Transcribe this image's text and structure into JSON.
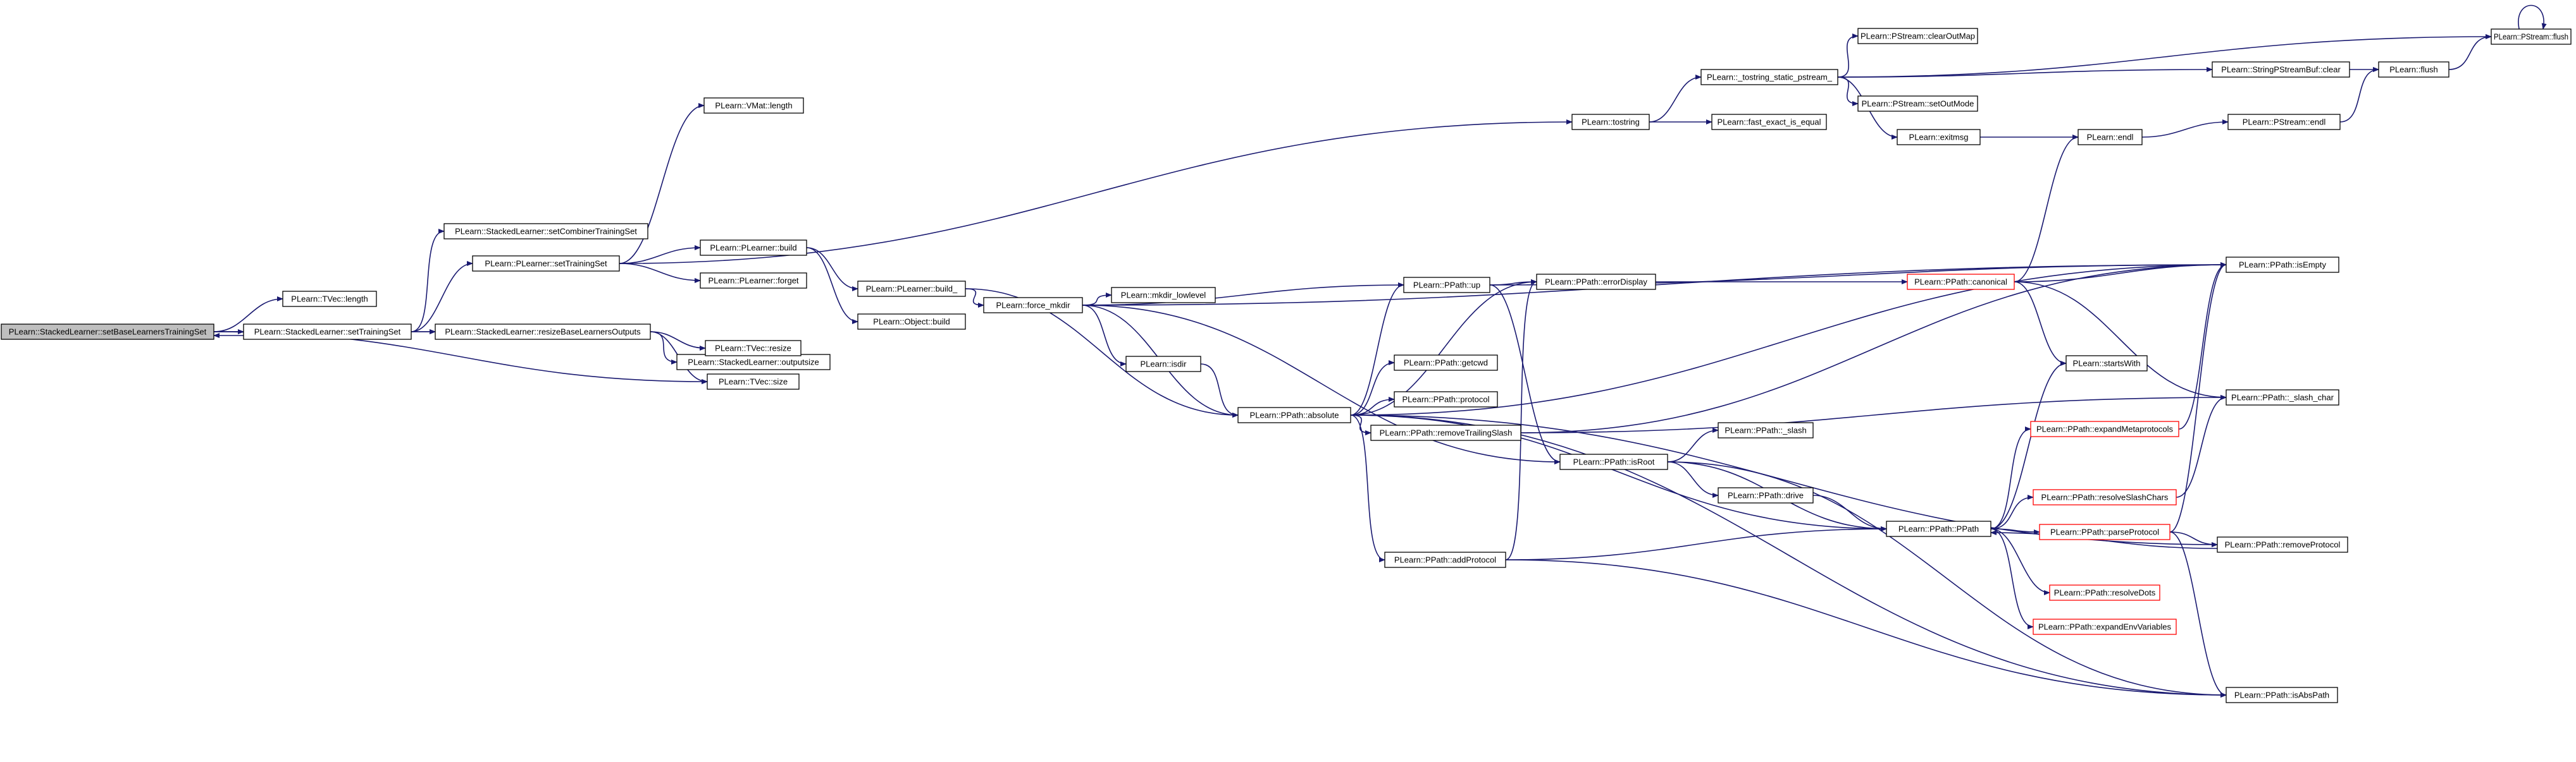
{
  "graph": {
    "type": "call-graph",
    "colors": {
      "edge": "#191970",
      "root_fill": "#bfbfbf",
      "node_fill": "#ffffff",
      "node_border": "#000000",
      "truncated_border": "#ff0000",
      "text": "#000000"
    },
    "nodes": [
      {
        "id": "n1",
        "label": "PLearn::StackedLearner::setBaseLearnersTrainingSet",
        "kind": "root"
      },
      {
        "id": "n2",
        "label": "PLearn::TVec::length",
        "kind": "normal"
      },
      {
        "id": "n3",
        "label": "PLearn::StackedLearner::setTrainingSet",
        "kind": "normal"
      },
      {
        "id": "n4",
        "label": "PLearn::StackedLearner::setCombinerTrainingSet",
        "kind": "normal"
      },
      {
        "id": "n5",
        "label": "PLearn::PLearner::setTrainingSet",
        "kind": "normal"
      },
      {
        "id": "n6",
        "label": "PLearn::StackedLearner::resizeBaseLearnersOutputs",
        "kind": "normal"
      },
      {
        "id": "n7",
        "label": "PLearn::VMat::length",
        "kind": "normal"
      },
      {
        "id": "n8",
        "label": "PLearn::PLearner::build",
        "kind": "normal"
      },
      {
        "id": "n9",
        "label": "PLearn::PLearner::forget",
        "kind": "normal"
      },
      {
        "id": "n10",
        "label": "PLearn::StackedLearner::outputsize",
        "kind": "normal"
      },
      {
        "id": "n11",
        "label": "PLearn::TVec::resize",
        "kind": "normal"
      },
      {
        "id": "n12",
        "label": "PLearn::TVec::size",
        "kind": "normal"
      },
      {
        "id": "n13",
        "label": "PLearn::PLearner::build_",
        "kind": "normal"
      },
      {
        "id": "n14",
        "label": "PLearn::Object::build",
        "kind": "normal"
      },
      {
        "id": "n15",
        "label": "PLearn::force_mkdir",
        "kind": "normal"
      },
      {
        "id": "n16",
        "label": "PLearn::mkdir_lowlevel",
        "kind": "normal"
      },
      {
        "id": "n17",
        "label": "PLearn::isdir",
        "kind": "normal"
      },
      {
        "id": "n18",
        "label": "PLearn::PPath::absolute",
        "kind": "normal"
      },
      {
        "id": "n19",
        "label": "PLearn::tostring",
        "kind": "normal"
      },
      {
        "id": "n20",
        "label": "PLearn::_tostring_static_pstream_",
        "kind": "normal"
      },
      {
        "id": "n21",
        "label": "PLearn::fast_exact_is_equal",
        "kind": "normal"
      },
      {
        "id": "n22",
        "label": "PLearn::PStream::clearOutMap",
        "kind": "normal"
      },
      {
        "id": "n23",
        "label": "PLearn::PStream::setOutMode",
        "kind": "normal"
      },
      {
        "id": "n24",
        "label": "PLearn::exitmsg",
        "kind": "normal"
      },
      {
        "id": "n25",
        "label": "PLearn::StringPStreamBuf::clear",
        "kind": "normal"
      },
      {
        "id": "n26",
        "label": "PLearn::flush",
        "kind": "normal"
      },
      {
        "id": "n27",
        "label": "PLearn::PStream::flush",
        "kind": "normal"
      },
      {
        "id": "n28",
        "label": "PLearn::endl",
        "kind": "normal"
      },
      {
        "id": "n29",
        "label": "PLearn::PStream::endl",
        "kind": "normal"
      },
      {
        "id": "n30",
        "label": "PLearn::PPath::up",
        "kind": "normal"
      },
      {
        "id": "n31",
        "label": "PLearn::PPath::errorDisplay",
        "kind": "normal"
      },
      {
        "id": "n32",
        "label": "PLearn::PPath::canonical",
        "kind": "truncated"
      },
      {
        "id": "n33",
        "label": "PLearn::PPath::isEmpty",
        "kind": "normal"
      },
      {
        "id": "n34",
        "label": "PLearn::PPath::getcwd",
        "kind": "normal"
      },
      {
        "id": "n35",
        "label": "PLearn::PPath::protocol",
        "kind": "normal"
      },
      {
        "id": "n36",
        "label": "PLearn::PPath::removeTrailingSlash",
        "kind": "normal"
      },
      {
        "id": "n37",
        "label": "PLearn::PPath::isRoot",
        "kind": "normal"
      },
      {
        "id": "n38",
        "label": "PLearn::PPath::_slash",
        "kind": "normal"
      },
      {
        "id": "n39",
        "label": "PLearn::PPath::drive",
        "kind": "normal"
      },
      {
        "id": "n40",
        "label": "PLearn::PPath::PPath",
        "kind": "normal"
      },
      {
        "id": "n41",
        "label": "PLearn::PPath::addProtocol",
        "kind": "normal"
      },
      {
        "id": "n42",
        "label": "PLearn::startsWith",
        "kind": "normal"
      },
      {
        "id": "n43",
        "label": "PLearn::PPath::_slash_char",
        "kind": "normal"
      },
      {
        "id": "n44",
        "label": "PLearn::PPath::expandMetaprotocols",
        "kind": "truncated"
      },
      {
        "id": "n45",
        "label": "PLearn::PPath::resolveSlashChars",
        "kind": "truncated"
      },
      {
        "id": "n46",
        "label": "PLearn::PPath::parseProtocol",
        "kind": "truncated"
      },
      {
        "id": "n47",
        "label": "PLearn::PPath::removeProtocol",
        "kind": "normal"
      },
      {
        "id": "n48",
        "label": "PLearn::PPath::resolveDots",
        "kind": "truncated"
      },
      {
        "id": "n49",
        "label": "PLearn::PPath::expandEnvVariables",
        "kind": "truncated"
      },
      {
        "id": "n50",
        "label": "PLearn::PPath::isAbsPath",
        "kind": "normal"
      }
    ],
    "edges": [
      [
        "n1",
        "n2"
      ],
      [
        "n1",
        "n3"
      ],
      [
        "n1",
        "n6"
      ],
      [
        "n1",
        "n12"
      ],
      [
        "n3",
        "n1"
      ],
      [
        "n3",
        "n4"
      ],
      [
        "n3",
        "n5"
      ],
      [
        "n3",
        "n6"
      ],
      [
        "n5",
        "n7"
      ],
      [
        "n5",
        "n8"
      ],
      [
        "n5",
        "n9"
      ],
      [
        "n5",
        "n19"
      ],
      [
        "n6",
        "n10"
      ],
      [
        "n6",
        "n11"
      ],
      [
        "n6",
        "n12"
      ],
      [
        "n8",
        "n13"
      ],
      [
        "n8",
        "n14"
      ],
      [
        "n13",
        "n15"
      ],
      [
        "n13",
        "n18"
      ],
      [
        "n15",
        "n16"
      ],
      [
        "n15",
        "n17"
      ],
      [
        "n15",
        "n18"
      ],
      [
        "n15",
        "n30"
      ],
      [
        "n15",
        "n33"
      ],
      [
        "n15",
        "n37"
      ],
      [
        "n17",
        "n18"
      ],
      [
        "n18",
        "n30"
      ],
      [
        "n18",
        "n31"
      ],
      [
        "n18",
        "n33"
      ],
      [
        "n18",
        "n34"
      ],
      [
        "n18",
        "n35"
      ],
      [
        "n18",
        "n36"
      ],
      [
        "n18",
        "n40"
      ],
      [
        "n18",
        "n41"
      ],
      [
        "n18",
        "n47"
      ],
      [
        "n18",
        "n50"
      ],
      [
        "n19",
        "n20"
      ],
      [
        "n19",
        "n21"
      ],
      [
        "n20",
        "n22"
      ],
      [
        "n20",
        "n23"
      ],
      [
        "n20",
        "n24"
      ],
      [
        "n20",
        "n25"
      ],
      [
        "n20",
        "n27"
      ],
      [
        "n24",
        "n28"
      ],
      [
        "n25",
        "n26"
      ],
      [
        "n26",
        "n27"
      ],
      [
        "n27",
        "n27"
      ],
      [
        "n28",
        "n29"
      ],
      [
        "n29",
        "n26"
      ],
      [
        "n30",
        "n31"
      ],
      [
        "n30",
        "n33"
      ],
      [
        "n30",
        "n37"
      ],
      [
        "n31",
        "n32"
      ],
      [
        "n32",
        "n28"
      ],
      [
        "n32",
        "n33"
      ],
      [
        "n32",
        "n42"
      ],
      [
        "n32",
        "n43"
      ],
      [
        "n36",
        "n33"
      ],
      [
        "n36",
        "n43"
      ],
      [
        "n37",
        "n38"
      ],
      [
        "n37",
        "n39"
      ],
      [
        "n37",
        "n40"
      ],
      [
        "n37",
        "n50"
      ],
      [
        "n39",
        "n40"
      ],
      [
        "n40",
        "n42"
      ],
      [
        "n40",
        "n44"
      ],
      [
        "n40",
        "n45"
      ],
      [
        "n40",
        "n46"
      ],
      [
        "n40",
        "n48"
      ],
      [
        "n40",
        "n49"
      ],
      [
        "n41",
        "n31"
      ],
      [
        "n41",
        "n40"
      ],
      [
        "n41",
        "n50"
      ],
      [
        "n44",
        "n33"
      ],
      [
        "n45",
        "n43"
      ],
      [
        "n46",
        "n33"
      ],
      [
        "n46",
        "n47"
      ],
      [
        "n46",
        "n50"
      ],
      [
        "n47",
        "n40"
      ]
    ]
  }
}
